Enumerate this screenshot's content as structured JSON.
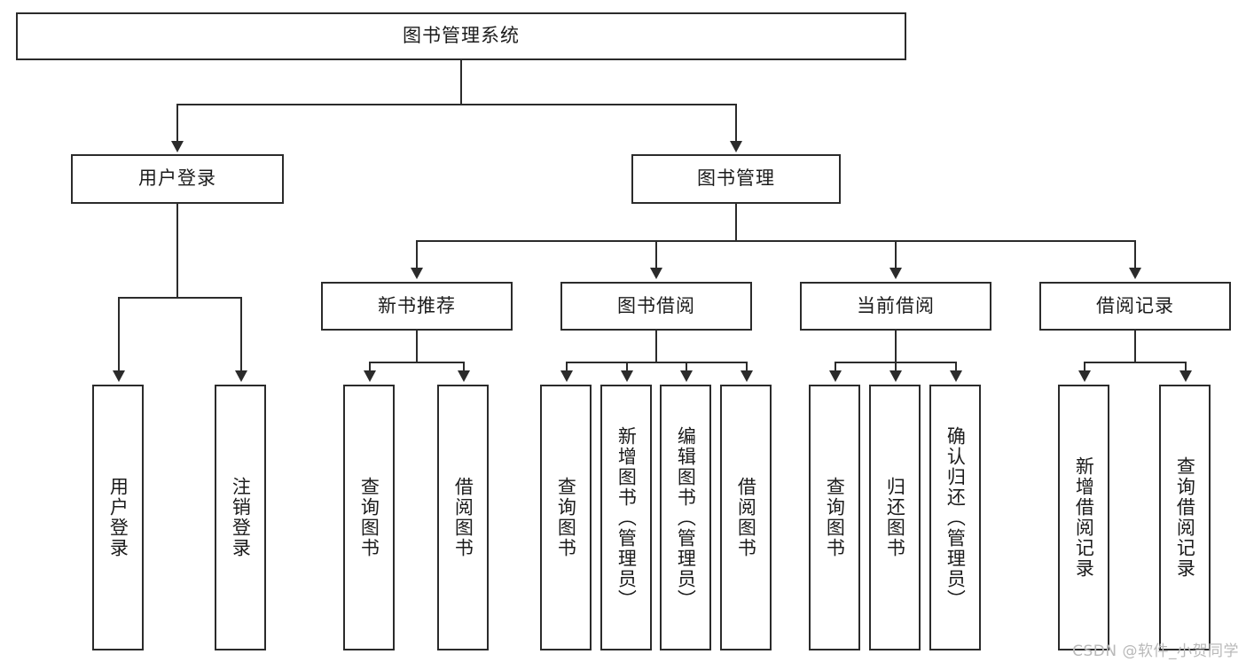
{
  "diagram": {
    "title": "图书管理系统",
    "watermark": "CSDN @软件_小贺同学",
    "stroke_color": "#2b2b2b",
    "background_color": "#ffffff",
    "text_color": "#1b1b1b",
    "watermark_color": "#b9b9b9"
  },
  "nodes": {
    "root": {
      "label": "图书管理系统"
    },
    "level2": [
      {
        "label": "用户登录"
      },
      {
        "label": "图书管理"
      }
    ],
    "level3": [
      {
        "label": "新书推荐"
      },
      {
        "label": "图书借阅"
      },
      {
        "label": "当前借阅"
      },
      {
        "label": "借阅记录"
      }
    ],
    "leaves": {
      "user_login": [
        {
          "label": "用户登录"
        },
        {
          "label": "注销登录"
        }
      ],
      "new_book_recommend": [
        {
          "label": "查询图书"
        },
        {
          "label": "借阅图书"
        }
      ],
      "book_borrow": [
        {
          "label": "查询图书"
        },
        {
          "label": "新增图书（管理员）"
        },
        {
          "label": "编辑图书（管理员）"
        },
        {
          "label": "借阅图书"
        }
      ],
      "current_borrow": [
        {
          "label": "查询图书"
        },
        {
          "label": "归还图书"
        },
        {
          "label": "确认归还（管理员）"
        }
      ],
      "borrow_record": [
        {
          "label": "新增借阅记录"
        },
        {
          "label": "查询借阅记录"
        }
      ]
    }
  }
}
